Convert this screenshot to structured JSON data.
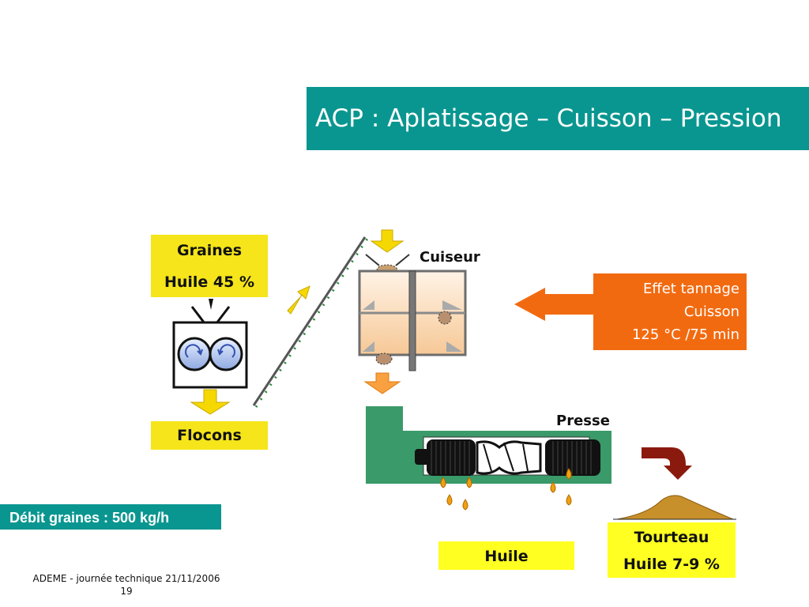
{
  "title": "ACP : Aplatissage – Cuisson – Pression",
  "graines": {
    "line1": "Graines",
    "line2": "Huile 45 %"
  },
  "flocons": "Flocons",
  "cuiseur": "Cuiseur",
  "presse": "Presse",
  "effet": {
    "line1": "Effet tannage",
    "line2": "Cuisson",
    "line3": "125 °C /75 min"
  },
  "debit": "Débit graines : 500 kg/h",
  "huile": "Huile",
  "tourteau": {
    "line1": "Tourteau",
    "line2": "Huile 7-9 %"
  },
  "footer": {
    "line1": "ADEME - journée technique 21/11/2006",
    "line2": "19"
  },
  "colors": {
    "teal": "#0a9690",
    "yellow": "#f5e51a",
    "orange": "#f26a10",
    "press_green": "#3a9a6a",
    "brown": "#8b1a0e",
    "cake": "#c8902a"
  }
}
